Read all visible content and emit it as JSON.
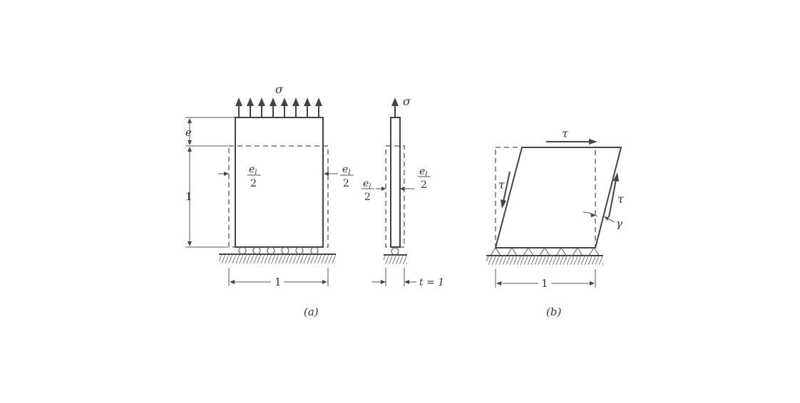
{
  "fig_a": {
    "stress_label": "σ",
    "elongation_label": "e",
    "lateral_num": "e",
    "lateral_sub": "l",
    "lateral_den": "2",
    "height_label": "1",
    "width_label": "1",
    "caption": "(a)"
  },
  "fig_side": {
    "stress_label": "σ",
    "lateral_num": "e",
    "lateral_sub": "l",
    "lateral_den": "2",
    "thickness_label": "t = 1"
  },
  "fig_b": {
    "shear_label": "τ",
    "shear_strain_label": "γ",
    "width_label": "1",
    "caption": "(b)"
  }
}
